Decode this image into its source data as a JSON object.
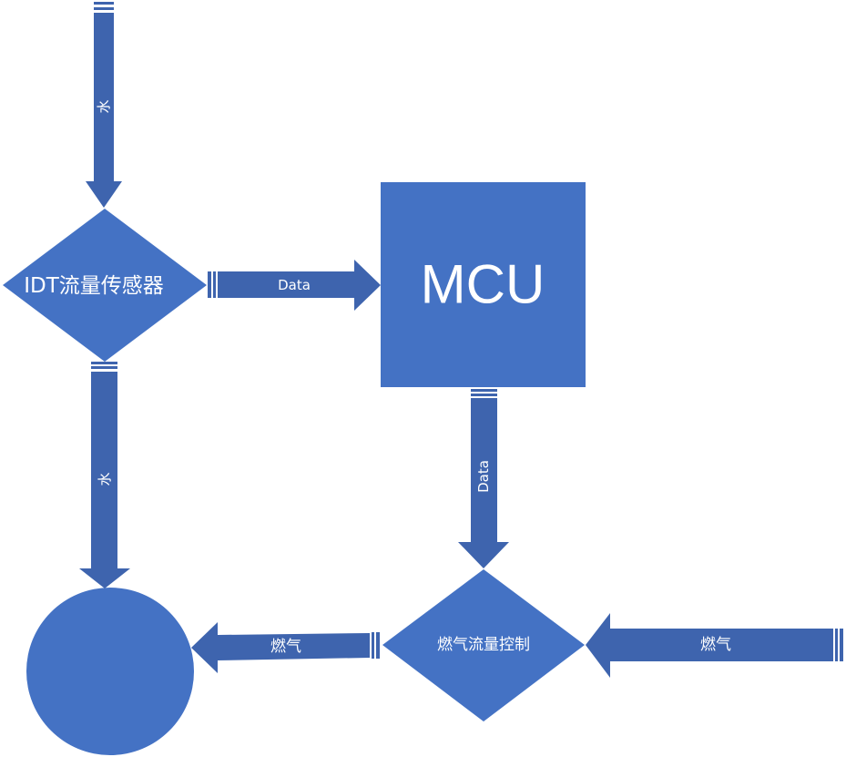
{
  "diagram": {
    "colors": {
      "node_fill": "#4472c4",
      "arrow_fill": "#3e64ae",
      "text": "#ffffff",
      "background": "#ffffff"
    },
    "nodes": {
      "sensor": {
        "label": "IDT流量传感器",
        "shape": "diamond"
      },
      "mcu": {
        "label": "MCU",
        "shape": "rectangle"
      },
      "gas_control": {
        "label": "燃气流量控制",
        "shape": "diamond"
      },
      "burner": {
        "label": "",
        "shape": "circle"
      }
    },
    "arrows": {
      "water_in": {
        "label": "水",
        "from": "",
        "to": "sensor",
        "direction": "down"
      },
      "sensor_to_mcu": {
        "label": "Data",
        "from": "sensor",
        "to": "mcu",
        "direction": "right"
      },
      "mcu_to_gas": {
        "label": "Data",
        "from": "mcu",
        "to": "gas_control",
        "direction": "down"
      },
      "water_out": {
        "label": "水",
        "from": "sensor",
        "to": "burner",
        "direction": "down"
      },
      "gas_in": {
        "label": "燃气",
        "from": "",
        "to": "gas_control",
        "direction": "left"
      },
      "gas_out": {
        "label": "燃气",
        "from": "gas_control",
        "to": "burner",
        "direction": "left"
      }
    }
  }
}
